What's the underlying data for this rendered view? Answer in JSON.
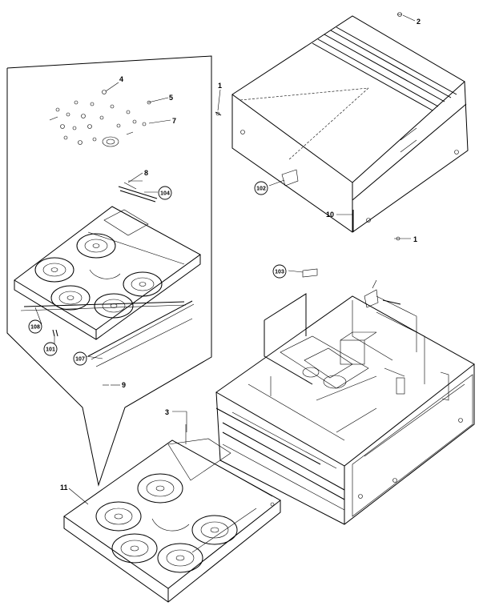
{
  "callouts": {
    "c1a": "1",
    "c1b": "1",
    "c2": "2",
    "c3": "3",
    "c4": "4",
    "c5": "5",
    "c7": "7",
    "c8": "8",
    "c9": "9",
    "c10": "10",
    "c11": "11",
    "c101": "101",
    "c102": "102",
    "c103": "103",
    "c104": "104",
    "c107": "107",
    "c108": "108"
  }
}
